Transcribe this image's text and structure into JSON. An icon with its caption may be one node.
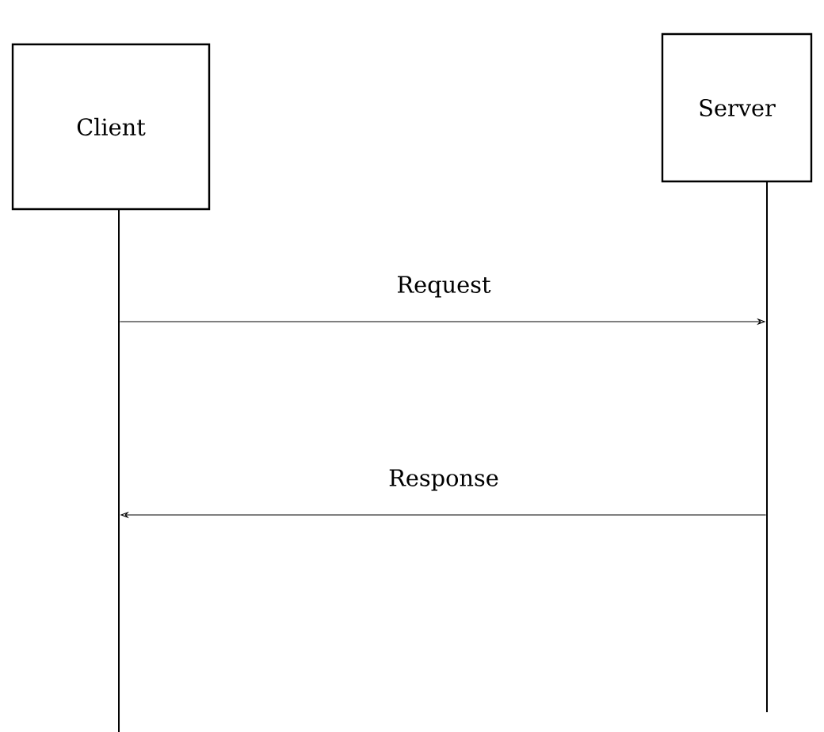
{
  "diagram": {
    "nodes": [
      {
        "text": [
          "Client"
        ]
      },
      {
        "text": [
          "Server"
        ]
      },
      {
        "text": [],
        "shape": "line"
      },
      {
        "text": [],
        "shape": "line"
      }
    ],
    "edges": [
      {
        "from": 2,
        "to": 3,
        "arrow": "to",
        "label": "Request"
      },
      {
        "from": 3,
        "to": 2,
        "arrow": "to",
        "label": "Response"
      }
    ]
  }
}
